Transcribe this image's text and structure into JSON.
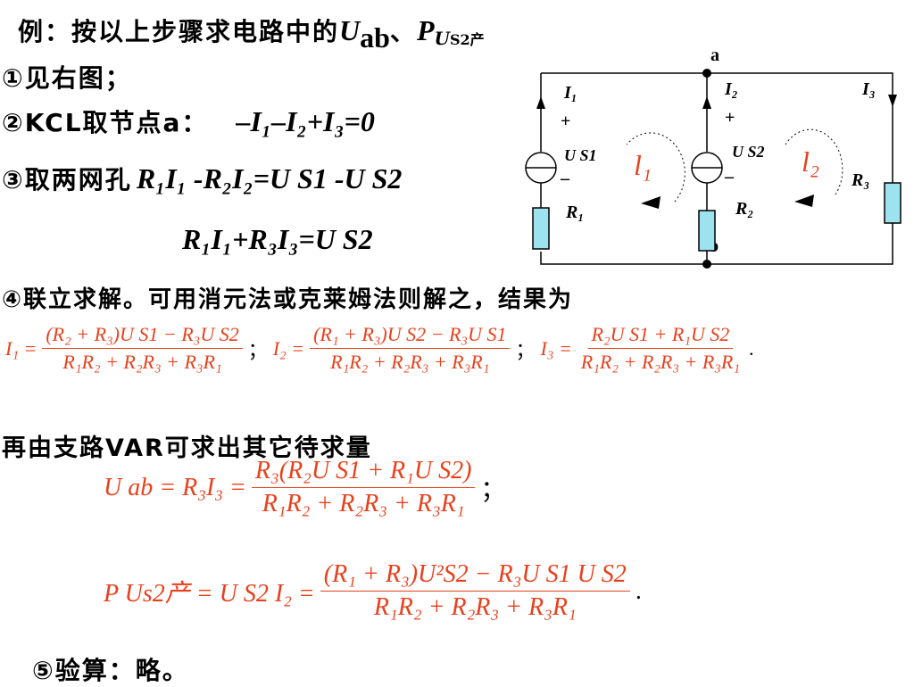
{
  "title": {
    "prefix": "例：按以上步骤求电路中的",
    "u": "U",
    "u_sub": "ab",
    "sep": "、",
    "p": "P",
    "p_sub_u": "U",
    "p_sub_rest": "S2产"
  },
  "steps": {
    "s1": "①见右图；",
    "s2_label": "②KCL取节点a：",
    "s2_eq": "–I₁–I₂+I₃=0",
    "s3_label": "③取两网孔",
    "s3_eq1": "R₁I₁ -R₂I₂=U S1 -U S2",
    "s3_eq2": "R₁I₁+R₃I₃=U S2",
    "s4": "④联立求解。可用消元法或克莱姆法则解之，结果为",
    "s5": "⑤验算：略。"
  },
  "formulas": {
    "i1_lhs": "I₁ =",
    "i1_num": "(R₂ + R₃)U S1 − R₃U S2",
    "i1_den": "R₁R₂ + R₂R₃ + R₃R₁",
    "sep1": "；",
    "i2_lhs": "I₂ =",
    "i2_num": "(R₁ + R₃)U S2 − R₃U S1",
    "i2_den": "R₁R₂ + R₂R₃ + R₃R₁",
    "sep2": "；",
    "i3_lhs": "I₃ =",
    "i3_num": "R₂U S1 + R₁U S2",
    "i3_den": "R₁R₂ + R₂R₃ + R₃R₁",
    "end": "."
  },
  "branch_text": "再由支路VAR可求出其它待求量",
  "uab": {
    "lhs": "U ab = R₃I₃ =",
    "num": "R₃(R₂U S1 + R₁U S2)",
    "den": "R₁R₂ + R₂R₃ + R₃R₁",
    "tail": "；"
  },
  "pus2": {
    "lhs": "P Us2产 = U S2 I₂ =",
    "num": "(R₁ + R₃)U²S2 − R₃U S1 U S2",
    "den": "R₁R₂ + R₂R₃ + R₃R₁",
    "tail": "."
  },
  "circuit": {
    "node_a": "a",
    "node_b": "b",
    "i1": "I₁",
    "i2": "I₂",
    "i3": "I₃",
    "plus1": "+",
    "plus2": "+",
    "minus1": "–",
    "minus2": "–",
    "us1": "U S1",
    "us2": "U S2",
    "r1": "R₁",
    "r2": "R₂",
    "r3": "R₃",
    "loop1": "l₁",
    "loop2": "l₂",
    "wire_color": "#000000",
    "resistor_color": "#9de3ef",
    "loop_color": "#e8401c"
  }
}
